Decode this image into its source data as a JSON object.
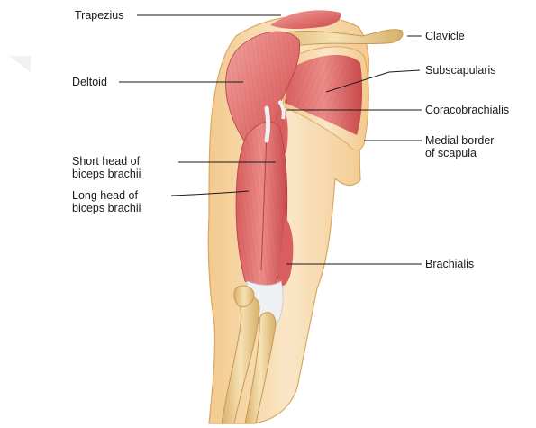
{
  "labels": {
    "trapezius": "Trapezius",
    "deltoid": "Deltoid",
    "short_head_1": "Short head of",
    "short_head_2": "biceps brachii",
    "long_head_1": "Long head of",
    "long_head_2": "biceps brachii",
    "clavicle": "Clavicle",
    "subscapularis": "Subscapularis",
    "coracobrachialis": "Coracobrachialis",
    "medial_border_1": "Medial border",
    "medial_border_2": "of scapula",
    "brachialis": "Brachialis"
  },
  "colors": {
    "muscle": "#e0706e",
    "muscle_dark": "#c94a4c",
    "muscle_light": "#f0a3a0",
    "skin": "#f7dcb2",
    "skin_edge": "#d9a863",
    "bone": "#efd49a",
    "tendon": "#eef0f4"
  }
}
